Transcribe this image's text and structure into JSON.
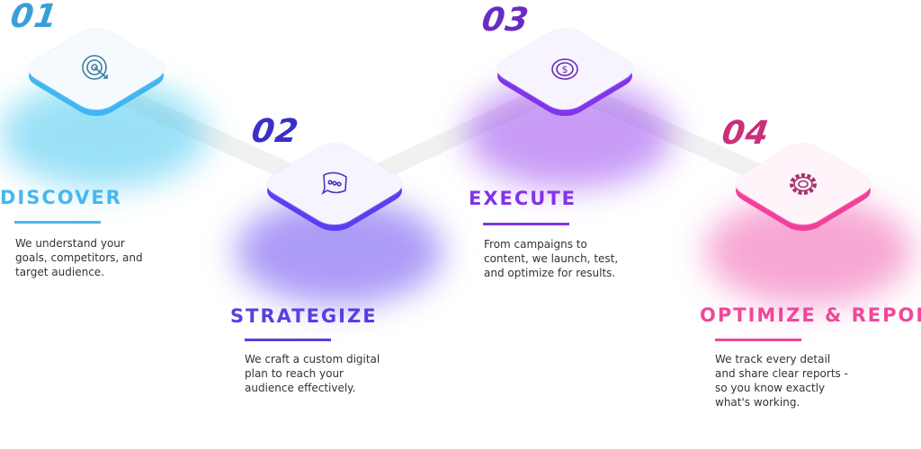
{
  "steps": [
    {
      "number": "01",
      "title": "DISCOVER",
      "description": "We understand your goals, competitors, and target audience.",
      "icon": "target-icon",
      "color": "#45b8ee",
      "number_color": "#3a9fd6"
    },
    {
      "number": "02",
      "title": "STRATEGIZE",
      "description": "We craft a custom digital plan to reach your audience effectively.",
      "icon": "chat-bubble-icon",
      "color": "#5b3de0",
      "number_color": "#3b2fc9"
    },
    {
      "number": "03",
      "title": "EXECUTE",
      "description": "From campaigns to content, we launch, test, and optimize for results.",
      "icon": "dollar-coin-icon",
      "color": "#8234e8",
      "number_color": "#6a2bc4"
    },
    {
      "number": "04",
      "title": "OPTIMIZE & REPORT",
      "description": "We track every detail and share clear reports - so you know exactly what's working.",
      "icon": "gear-icon",
      "color": "#f0479a",
      "number_color": "#c8307a"
    }
  ]
}
